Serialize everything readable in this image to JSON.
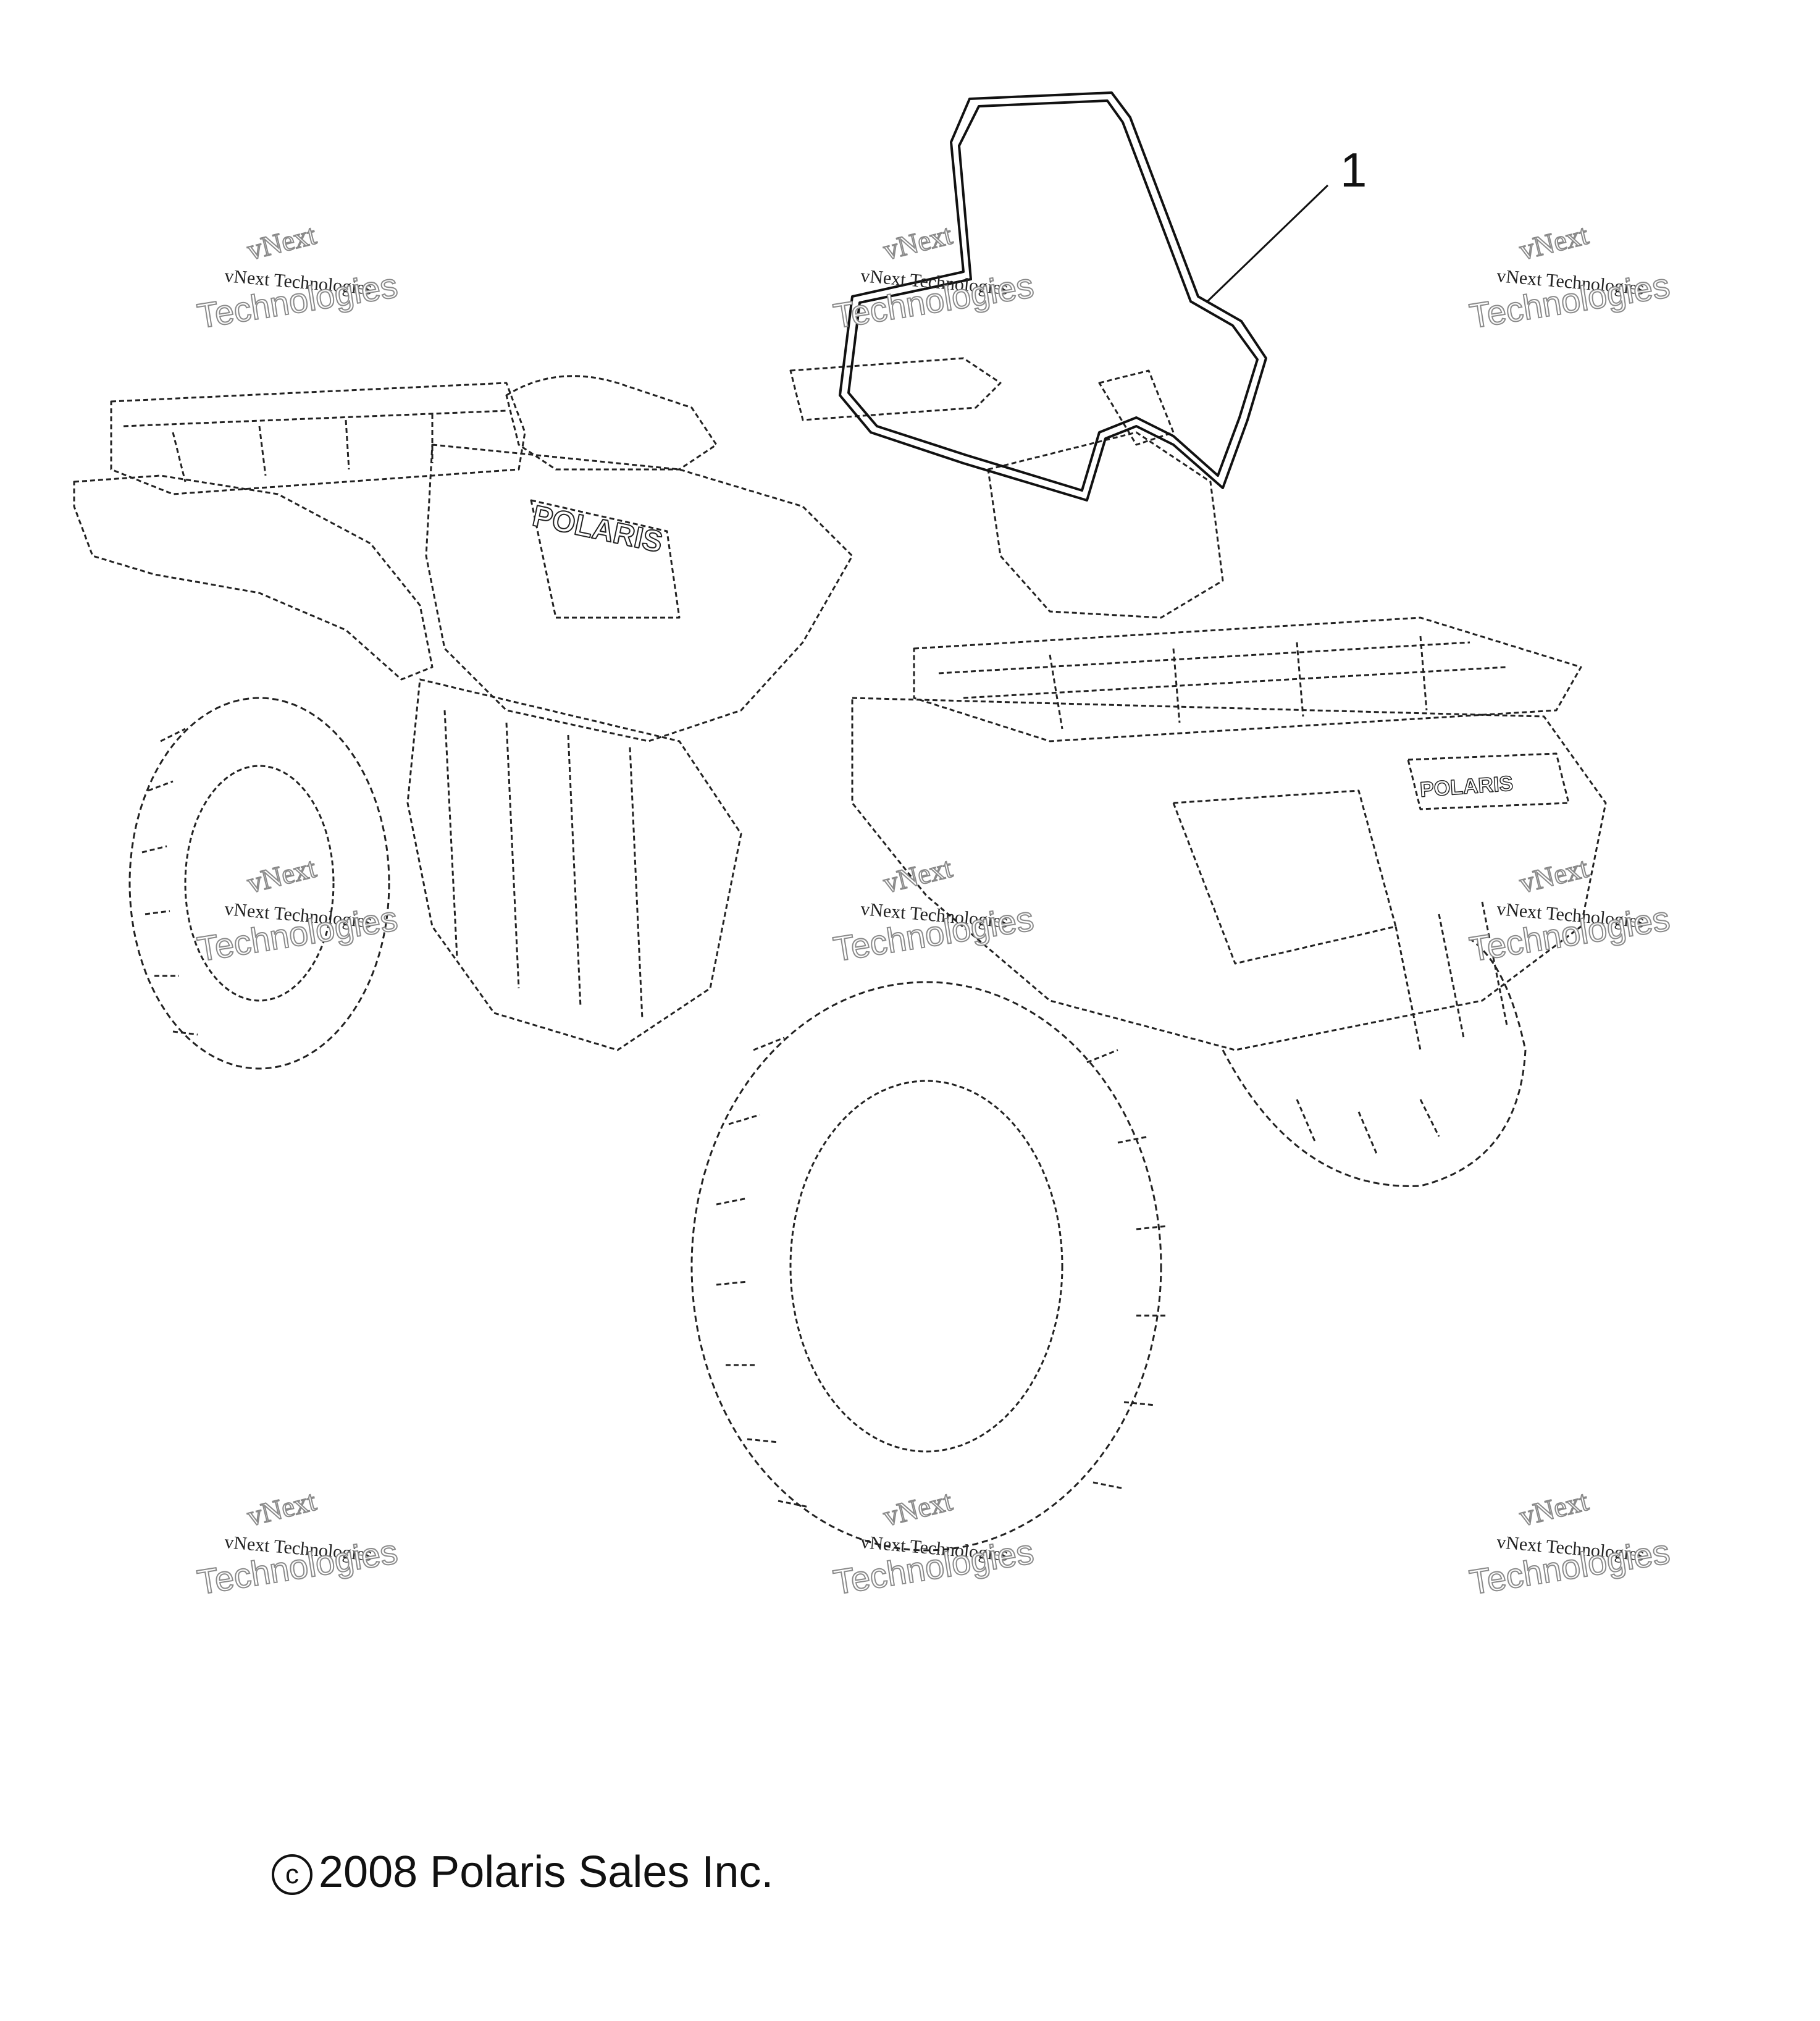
{
  "diagram": {
    "callout": "1",
    "decal_text": "POLARIS",
    "grille_text": "POLARIS"
  },
  "watermark": {
    "line1": "vNext",
    "line2": "vNext Technologies",
    "line3": "Technologies"
  },
  "footer": {
    "copyright_symbol": "c",
    "copyright_text": "2008 Polaris Sales Inc."
  },
  "colors": {
    "line": "#222222",
    "watermark_outline": "#8a8a8a",
    "background": "#ffffff"
  }
}
